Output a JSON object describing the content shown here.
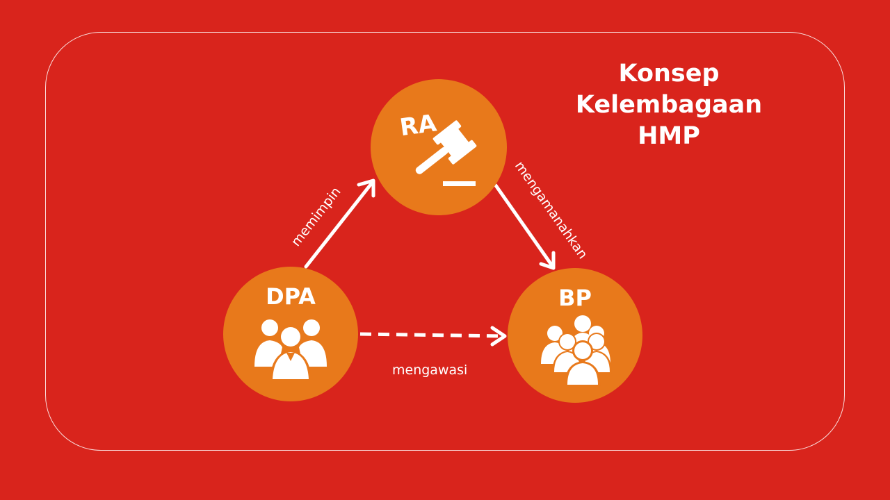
{
  "title": {
    "line1": "Konsep",
    "line2": "Kelembagaan",
    "line3": "HMP"
  },
  "colors": {
    "background": "#d9241c",
    "node_fill": "#e8791b",
    "foreground": "#ffffff"
  },
  "nodes": {
    "ra": {
      "label": "RA",
      "icon": "gavel-icon"
    },
    "dpa": {
      "label": "DPA",
      "icon": "group-icon"
    },
    "bp": {
      "label": "BP",
      "icon": "crowd-icon"
    }
  },
  "edges": {
    "dpa_ra": {
      "label": "memimpin",
      "style": "solid"
    },
    "ra_bp": {
      "label": "mengamanahkan",
      "style": "solid"
    },
    "dpa_bp": {
      "label": "mengawasi",
      "style": "dashed"
    }
  }
}
